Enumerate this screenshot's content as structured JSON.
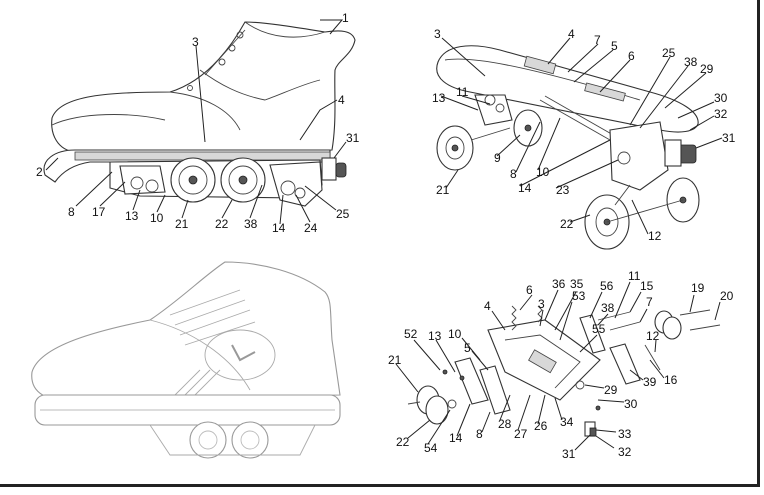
{
  "figure": {
    "panels": [
      {
        "id": "side-view",
        "labels": [
          "1",
          "3",
          "4",
          "31",
          "2",
          "8",
          "17",
          "13",
          "10",
          "21",
          "22",
          "38",
          "14",
          "24",
          "25"
        ]
      },
      {
        "id": "iso-view",
        "labels": [
          "3",
          "4",
          "7",
          "5",
          "6",
          "25",
          "38",
          "29",
          "13",
          "11",
          "30",
          "32",
          "31",
          "9",
          "10",
          "8",
          "14",
          "23",
          "21",
          "22",
          "12"
        ]
      },
      {
        "id": "photo",
        "labels": []
      },
      {
        "id": "exploded-view",
        "labels": [
          "6",
          "36",
          "35",
          "56",
          "11",
          "15",
          "19",
          "20",
          "4",
          "3",
          "53",
          "7",
          "38",
          "12",
          "10",
          "5",
          "55",
          "52",
          "13",
          "21",
          "39",
          "16",
          "29",
          "28",
          "30",
          "27",
          "26",
          "34",
          "22",
          "54",
          "14",
          "8",
          "33",
          "31",
          "32"
        ]
      }
    ],
    "colors": {
      "line": "#222222",
      "background": "#ffffff",
      "shade": "#d8d8d8"
    }
  }
}
